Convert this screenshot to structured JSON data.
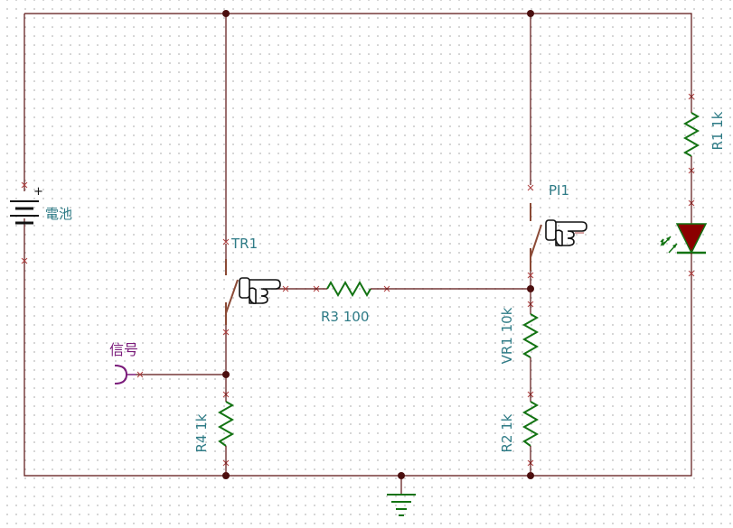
{
  "labels": {
    "battery": "電池",
    "battery_plus": "+",
    "signal": "信号",
    "tr1": "TR1",
    "pi1": "PI1",
    "r1": "R1 1k",
    "r2": "R2 1k",
    "r3": "R3 100",
    "r4": "R4 1k",
    "vr1": "VR1 10k"
  },
  "colors": {
    "wire": "#5a1212",
    "resistor": "#137313",
    "label": "#2e7b86",
    "signal_label": "#7a1a7a",
    "led": "#8b0000",
    "switch": "#8b4a36"
  },
  "icons": [
    "battery-icon",
    "pointing-hand-icon",
    "led-icon",
    "ground-icon",
    "signal-connector-icon"
  ]
}
